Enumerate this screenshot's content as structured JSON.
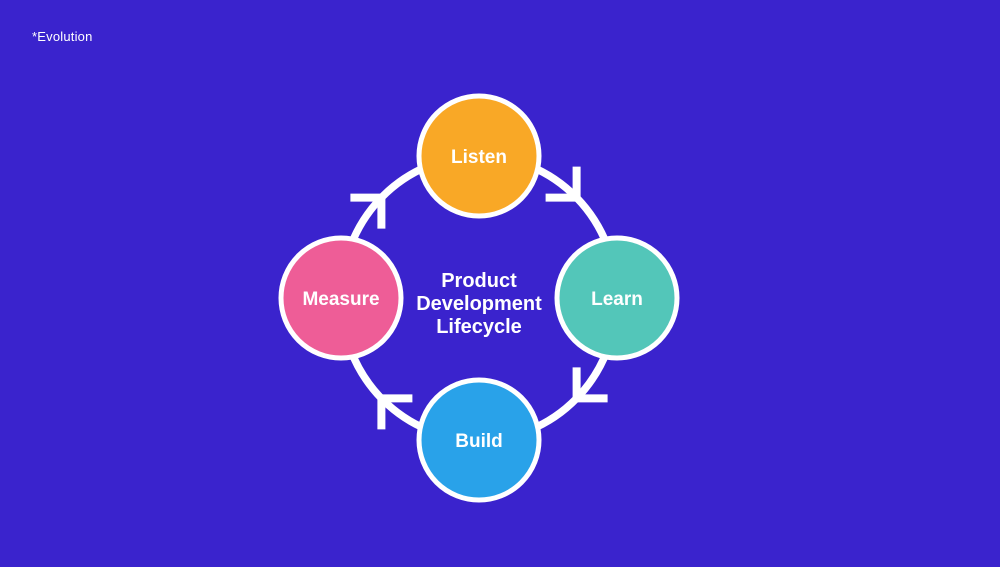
{
  "page": {
    "background_color": "#3A23CD",
    "watermark": "*Evolution"
  },
  "diagram": {
    "title_lines": [
      "Product",
      "Development",
      "Lifecycle"
    ],
    "direction": "clockwise",
    "stroke_color": "#FFFFFF",
    "nodes": [
      {
        "id": "listen",
        "label": "Listen",
        "color": "#F9A826",
        "position": "top"
      },
      {
        "id": "learn",
        "label": "Learn",
        "color": "#53C6B9",
        "position": "right"
      },
      {
        "id": "build",
        "label": "Build",
        "color": "#29A2E9",
        "position": "bottom"
      },
      {
        "id": "measure",
        "label": "Measure",
        "color": "#EE5D97",
        "position": "left"
      }
    ]
  }
}
